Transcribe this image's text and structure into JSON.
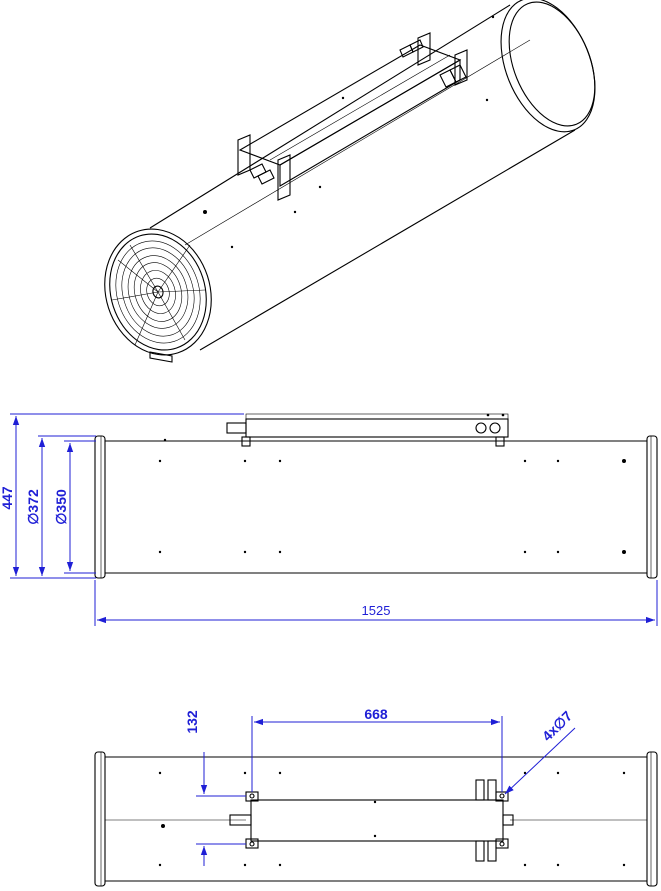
{
  "dimensions": {
    "overall_height": "447",
    "outer_diameter": "∅372",
    "inner_diameter": "∅350",
    "overall_length": "1525",
    "bracket_offset": "132",
    "mount_spacing": "668",
    "holes": "4x∅7"
  },
  "colors": {
    "dimension": "#1f1fd6",
    "line": "#000000",
    "background": "#ffffff"
  }
}
